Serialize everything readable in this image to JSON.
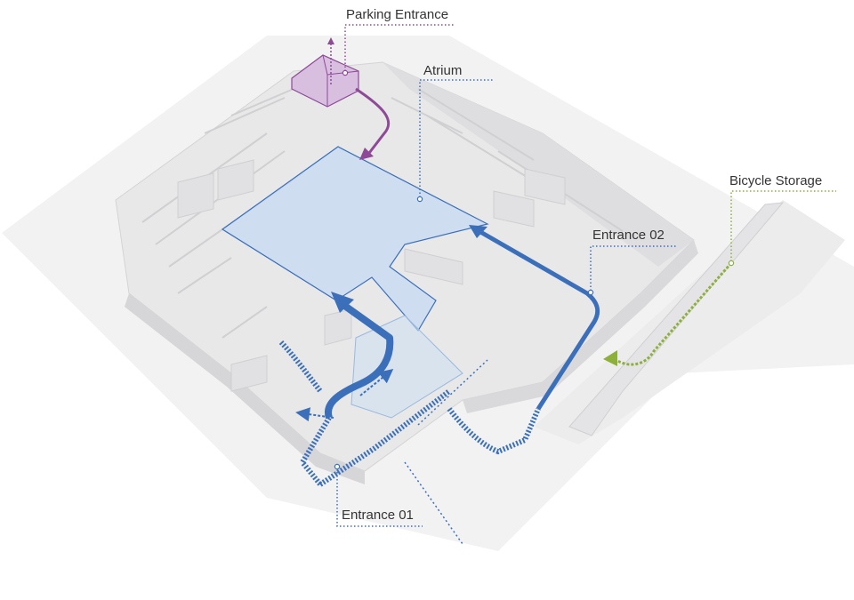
{
  "labels": {
    "parking_entrance": "Parking Entrance",
    "atrium": "Atrium",
    "bicycle_storage": "Bicycle Storage",
    "entrance_02": "Entrance 02",
    "entrance_01": "Entrance 01"
  },
  "colors": {
    "parking": "#8e4a97",
    "parking_fill": "#d8bfe0",
    "atrium": "#3b6fba",
    "atrium_fill": "#c9daf0",
    "bicycle": "#8cb03a",
    "building": "#e9e9ea",
    "building_edge": "#d2d2d4",
    "ground": "#f1f1f2"
  },
  "icons": [
    "parking-route-arrow",
    "main-route-arrow",
    "bicycle-route-arrow"
  ]
}
